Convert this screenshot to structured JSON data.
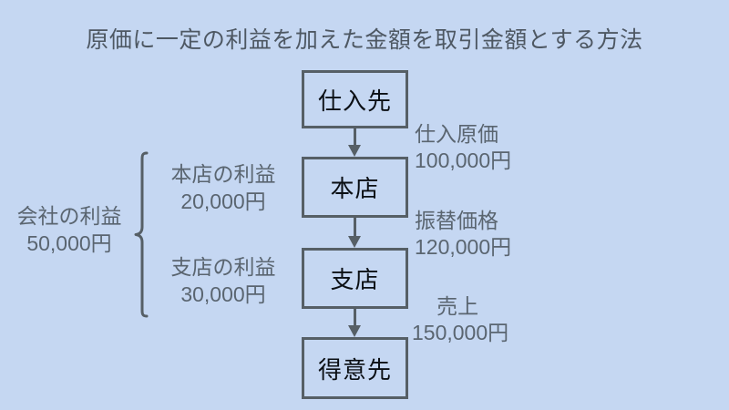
{
  "title": "原価に一定の利益を加えた金額を取引金額とする方法",
  "colors": {
    "background": "#c5d7f2",
    "border": "#565f66",
    "annotation_text": "#5a6570",
    "box_text": "#0b0f14",
    "title_text": "#4e5863"
  },
  "flow": {
    "nodes": [
      {
        "id": "supplier",
        "label": "仕入先"
      },
      {
        "id": "head_office",
        "label": "本店"
      },
      {
        "id": "branch",
        "label": "支店"
      },
      {
        "id": "customer",
        "label": "得意先"
      }
    ],
    "edges": [
      {
        "from": "supplier",
        "to": "head_office",
        "label_name": "仕入原価",
        "label_amount": "100,000円"
      },
      {
        "from": "head_office",
        "to": "branch",
        "label_name": "振替価格",
        "label_amount": "120,000円"
      },
      {
        "from": "branch",
        "to": "customer",
        "label_name": "売上",
        "label_amount": "150,000円"
      }
    ]
  },
  "profits": {
    "head_office": {
      "name": "本店の利益",
      "amount": "20,000円"
    },
    "branch": {
      "name": "支店の利益",
      "amount": "30,000円"
    },
    "company_total": {
      "name": "会社の利益",
      "amount": "50,000円"
    }
  }
}
